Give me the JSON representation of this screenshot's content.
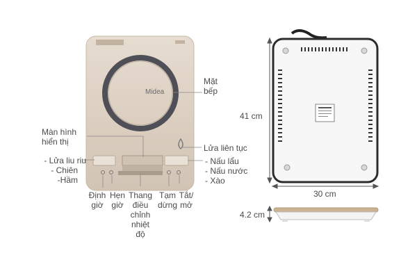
{
  "brand": "Midea",
  "labels": {
    "mat_bep": [
      "Mặt",
      "bếp"
    ],
    "man_hinh": [
      "Màn hình",
      "hiển thị"
    ],
    "lua_lien_tuc": "Lửa liên tục",
    "left_modes": [
      "- Lửa liu riu",
      "- Chiên",
      "-Hầm"
    ],
    "right_modes": [
      "- Nấu lẩu",
      "- Nấu nước",
      "- Xào"
    ],
    "dinh_gio": [
      "Định",
      "giờ"
    ],
    "hen_gio": [
      "Hẹn",
      "giờ"
    ],
    "thang_dieu": [
      "Thang",
      "điều",
      "chỉnh",
      "nhiệt",
      "độ"
    ],
    "tam_dung": [
      "Tạm",
      "dừng"
    ],
    "tat_mo": [
      "Tắt/",
      "mở"
    ]
  },
  "dimensions": {
    "height": "41 cm",
    "width": "30 cm",
    "depth": "4.2 cm"
  }
}
